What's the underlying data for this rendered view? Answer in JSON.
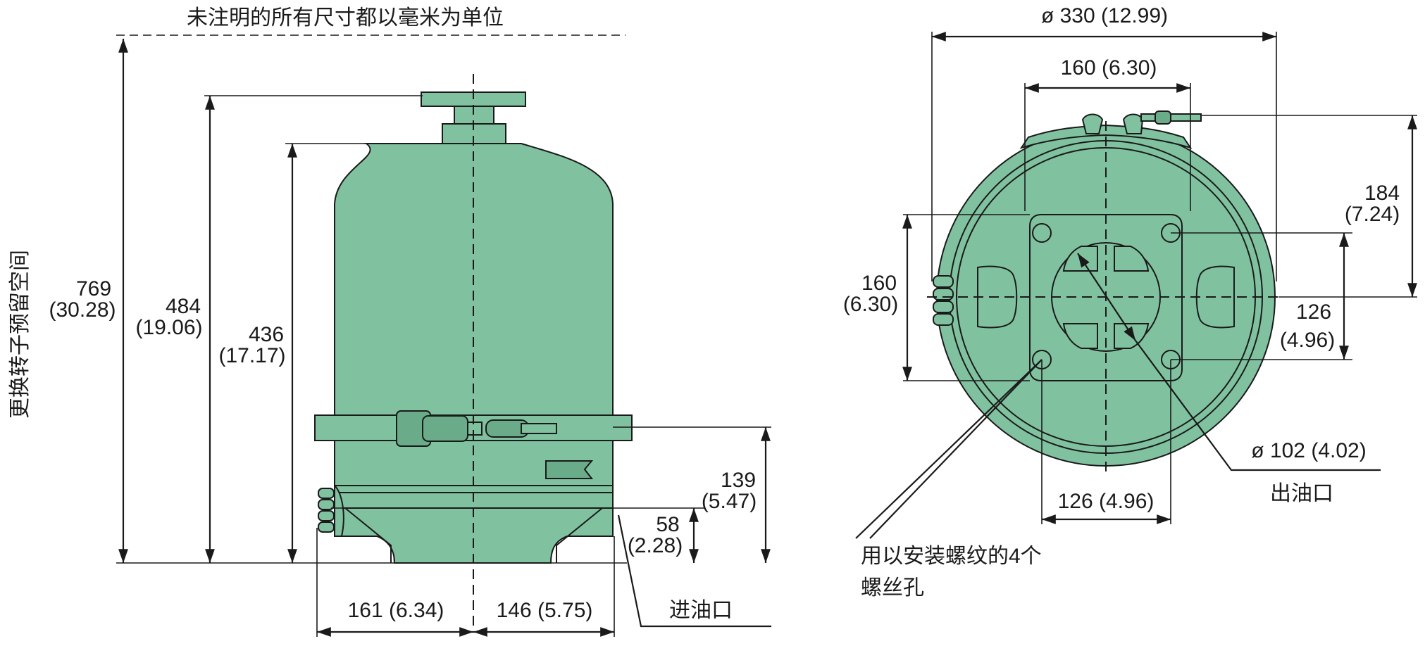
{
  "header_note": "未注明的所有尺寸都以毫米为单位",
  "rotor_clearance_label": "更换转子预留空间",
  "side_view": {
    "total_height": {
      "value": "769",
      "inch": "(30.28)"
    },
    "top_height": {
      "value": "484",
      "inch": "(19.06)"
    },
    "body_height": {
      "value": "436",
      "inch": "(17.17)"
    },
    "band_height": {
      "value": "139",
      "inch": "(5.47)"
    },
    "inlet_height": {
      "value": "58",
      "inch": "(2.28)"
    },
    "left_width": "161 (6.34)",
    "right_width": "146 (5.75)",
    "inlet_label": "进油口"
  },
  "top_view": {
    "outer_diameter": "ø 330 (12.99)",
    "bolt_width_top": "160 (6.30)",
    "bolt_height_left": {
      "value": "160",
      "inch": "(6.30)"
    },
    "offset_right": {
      "value": "184",
      "inch": "(7.24)"
    },
    "bolt_spacing_right": {
      "value": "126",
      "inch": "(4.96)"
    },
    "outlet_diameter": "ø 102 (4.02)",
    "outlet_label": "出油口",
    "bolt_spacing_bottom": "126 (4.96)",
    "bolt_holes_note_line1": "用以安装螺纹的4个",
    "bolt_holes_note_line2": "螺丝孔"
  },
  "colors": {
    "body": "#80c2a0",
    "line": "#1a1a1a"
  }
}
